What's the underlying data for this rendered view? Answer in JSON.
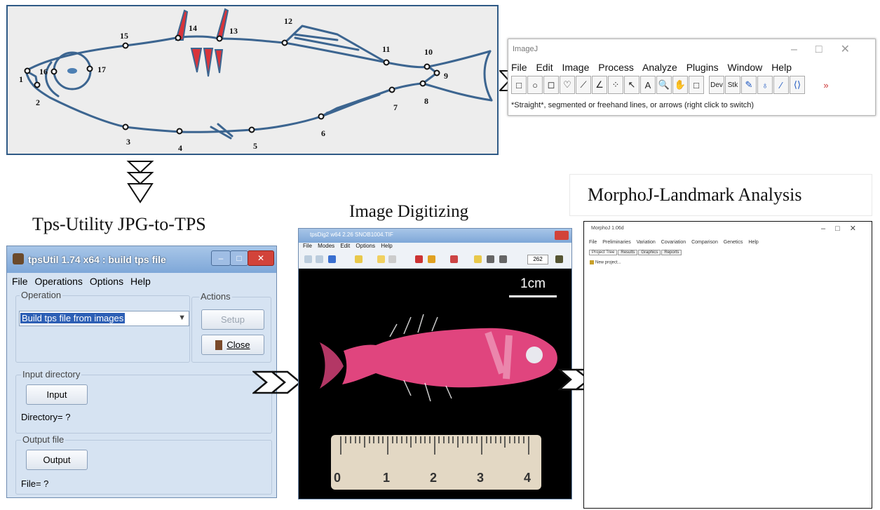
{
  "fish_panel": {
    "landmarks": [
      "1",
      "2",
      "3",
      "4",
      "5",
      "6",
      "7",
      "8",
      "9",
      "10",
      "11",
      "12",
      "13",
      "14",
      "15",
      "16",
      "17"
    ]
  },
  "imagej": {
    "title": "ImageJ",
    "window_buttons": "–□✕",
    "menu": [
      "File",
      "Edit",
      "Image",
      "Process",
      "Analyze",
      "Plugins",
      "Window",
      "Help"
    ],
    "tools": [
      "□",
      "○",
      "◻",
      "♡",
      "⟋",
      "∠",
      "⁘",
      "↖",
      "A",
      "🔍",
      "✋",
      "□"
    ],
    "tools_right": [
      "Dev",
      "Stk",
      "✎",
      "♁",
      "⁄",
      "⟨⟩"
    ],
    "overflow_icon": "»",
    "status": "*Straight*, segmented or freehand lines, or arrows (right click to switch)"
  },
  "labels": {
    "tps_utility": "Tps-Utility JPG-to-TPS",
    "image_digitizing": "Image Digitizing",
    "morphoj_analysis": "MorphoJ-Landmark Analysis"
  },
  "tps": {
    "title": "tpsUtil 1.74 x64 : build tps file",
    "min": "–",
    "max": "□",
    "close": "✕",
    "menu": [
      "File",
      "Operations",
      "Options",
      "Help"
    ],
    "operation_group": "Operation",
    "operation_value": "Build tps file from images",
    "actions_group": "Actions",
    "setup_button": "Setup",
    "close_button": "Close",
    "input_group": "Input directory",
    "input_button": "Input",
    "directory_text": "Directory= ?",
    "output_group": "Output file",
    "output_button": "Output",
    "file_text": "File= ?"
  },
  "digitizer": {
    "title": "tpsDig2 w64 2.26 SNOB1004.TIF",
    "menu": [
      "File",
      "Modes",
      "Edit",
      "Options",
      "Help"
    ],
    "zoom": "262",
    "scale_label": "1cm",
    "ruler_numbers": [
      "0",
      "1",
      "2",
      "3",
      "4"
    ]
  },
  "morphoj": {
    "title": "MorphoJ 1.06d",
    "window_buttons": "–□✕",
    "menu": [
      "File",
      "Preliminaries",
      "Variation",
      "Covariation",
      "Comparison",
      "Genetics",
      "Help"
    ],
    "tabs": [
      "Project Tree",
      "Results",
      "Graphics",
      "Reports"
    ],
    "project": "New project..."
  },
  "colors": {
    "fish_outline": "#3c6590",
    "fin_red": "#d8343a",
    "panel_border": "#2f5a86",
    "fish_body": "#e0457e"
  }
}
